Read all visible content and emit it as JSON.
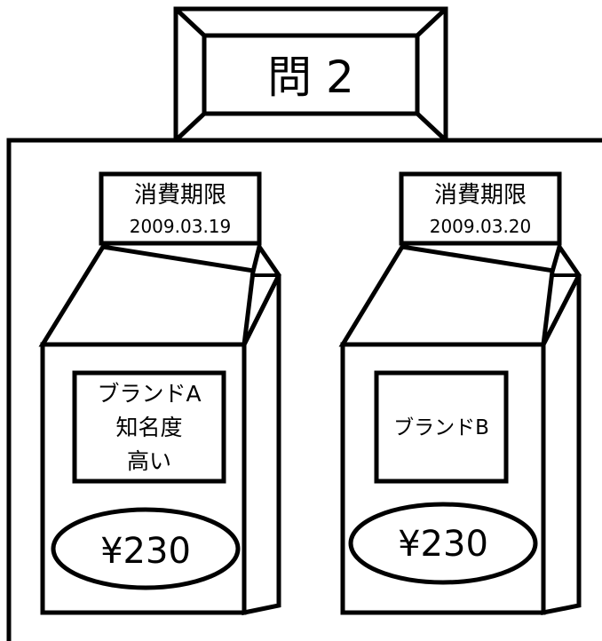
{
  "title_plate": {
    "label": "問 2"
  },
  "cartons": [
    {
      "expiry_label": "消費期限",
      "expiry_date": "2009.03.19",
      "brand_lines": [
        "ブランドA",
        "知名度",
        "高い"
      ],
      "price": "¥230"
    },
    {
      "expiry_label": "消費期限",
      "expiry_date": "2009.03.20",
      "brand_lines": [
        "ブランドB"
      ],
      "price": "¥230"
    }
  ],
  "colors": {
    "stroke": "#000000",
    "fill": "#ffffff"
  }
}
